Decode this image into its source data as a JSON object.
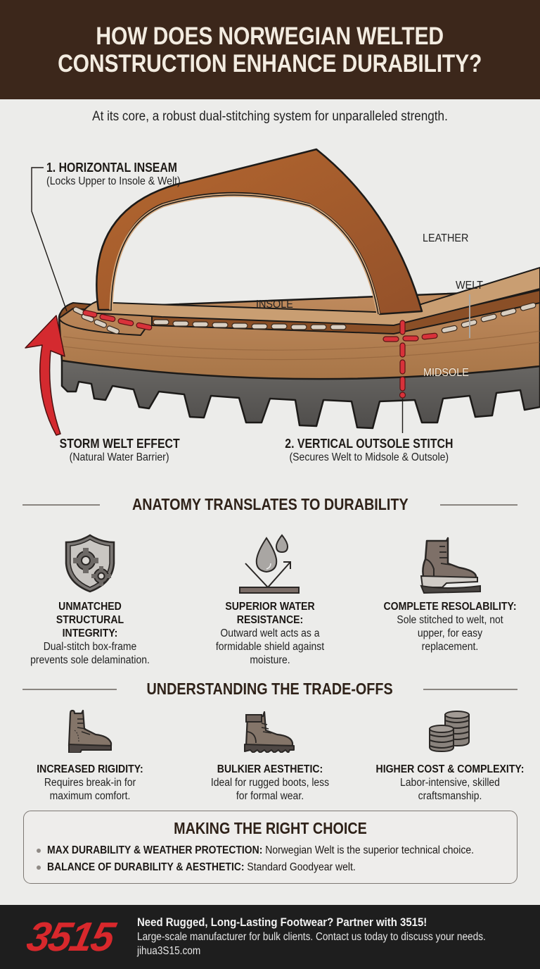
{
  "header": {
    "title_line1": "HOW DOES NORWEGIAN WELTED",
    "title_line2": "CONSTRUCTION ENHANCE DURABILITY?"
  },
  "subtitle": "At its core, a robust dual-stitching system for unparalleled strength.",
  "diagram": {
    "callouts": {
      "inseam": {
        "title": "1. HORIZONTAL INSEAM",
        "subtitle": "(Locks Upper to Insole & Welt)"
      },
      "storm_welt": {
        "title": "STORM WELT EFFECT",
        "subtitle": "(Natural Water Barrier)"
      },
      "outsole_stitch": {
        "title": "2. VERTICAL OUTSOLE STITCH",
        "subtitle": "(Secures Welt to Midsole & Outsole)"
      }
    },
    "parts": {
      "leather": "LEATHER",
      "welt": "WELT",
      "insole": "INSOLE",
      "midsole": "MIDSOLE"
    },
    "colors": {
      "leather": "#a25a2a",
      "insole": "#c79a6e",
      "midsole": "#b8845a",
      "outsole": "#5f5d5a",
      "stitch_red": "#d8323a",
      "stitch_light": "#d9cfc2",
      "arrow": "#d42a2f"
    }
  },
  "anatomy": {
    "title": "ANATOMY TRANSLATES TO DURABILITY",
    "items": [
      {
        "icon": "shield-gears-icon",
        "title": "UNMATCHED STRUCTURAL INTEGRITY:",
        "desc": "Dual-stitch box-frame prevents sole delamination."
      },
      {
        "icon": "water-drop-icon",
        "title": "SUPERIOR WATER RESISTANCE:",
        "desc": "Outward welt acts as a formidable shield against moisture."
      },
      {
        "icon": "resole-boot-icon",
        "title": "COMPLETE RESOLABILITY:",
        "desc": "Sole stitched to welt, not upper, for easy replacement."
      }
    ]
  },
  "tradeoffs": {
    "title": "UNDERSTANDING THE TRADE-OFFS",
    "items": [
      {
        "icon": "stiff-boot-icon",
        "title": "INCREASED RIGIDITY:",
        "desc": "Requires break-in for maximum comfort."
      },
      {
        "icon": "bulky-boot-icon",
        "title": "BULKIER AESTHETIC:",
        "desc": "Ideal for rugged boots, less for formal wear."
      },
      {
        "icon": "coins-icon",
        "title": "HIGHER COST & COMPLEXITY:",
        "desc": "Labor-intensive, skilled craftsmanship."
      }
    ]
  },
  "choice": {
    "title": "MAKING THE RIGHT CHOICE",
    "items": [
      {
        "label": "MAX DURABILITY & WEATHER PROTECTION:",
        "text": " Norwegian Welt is the superior technical choice."
      },
      {
        "label": "BALANCE OF DURABILITY & AESTHETIC:",
        "text": " Standard Goodyear welt."
      }
    ]
  },
  "footer": {
    "logo": "3515",
    "headline": "Need Rugged, Long-Lasting Footwear? Partner with 3515!",
    "body": "Large-scale manufacturer for bulk clients. Contact us today to discuss your needs.",
    "website": "jihua3S15.com",
    "colors": {
      "logo": "#d8282c",
      "background": "#1e1e1e"
    }
  },
  "theme": {
    "header_bg": "#3c271b",
    "page_bg": "#ececea",
    "heading_color": "#2f2219"
  }
}
